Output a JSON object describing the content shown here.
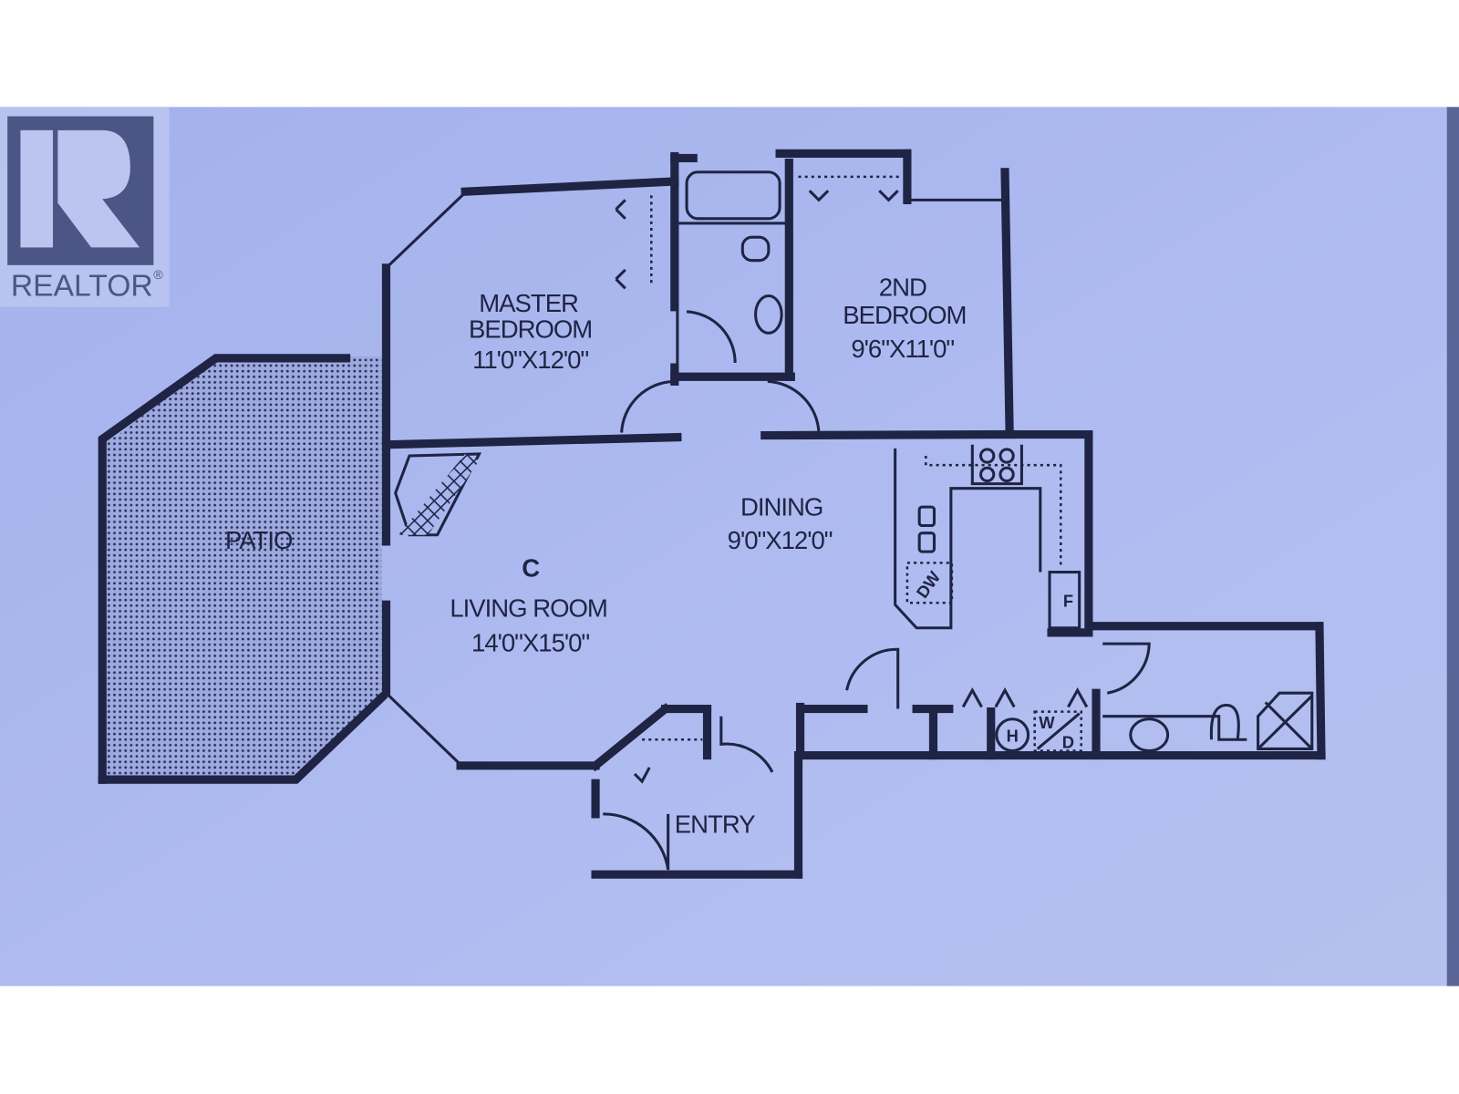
{
  "watermark": {
    "text": "REALTOR",
    "registered": "®"
  },
  "rooms": {
    "master": {
      "name_line1": "MASTER",
      "name_line2": "BEDROOM",
      "size": "11'0\"X12'0\""
    },
    "second": {
      "name_line1": "2ND",
      "name_line2": "BEDROOM",
      "size": "9'6\"X11'0\""
    },
    "dining": {
      "name": "DINING",
      "size": "9'0\"X12'0\""
    },
    "living": {
      "unit": "C",
      "name": "LIVING ROOM",
      "size": "14'0\"X15'0\""
    },
    "patio": {
      "name": "PATIO"
    },
    "entry": {
      "name": "ENTRY"
    }
  },
  "fixtures": {
    "dishwasher": "DW",
    "fridge": "F",
    "heater": "H",
    "washer": "W",
    "dryer": "D"
  },
  "colors": {
    "paper": "#a9b6ef",
    "ink": "#1f2444"
  }
}
